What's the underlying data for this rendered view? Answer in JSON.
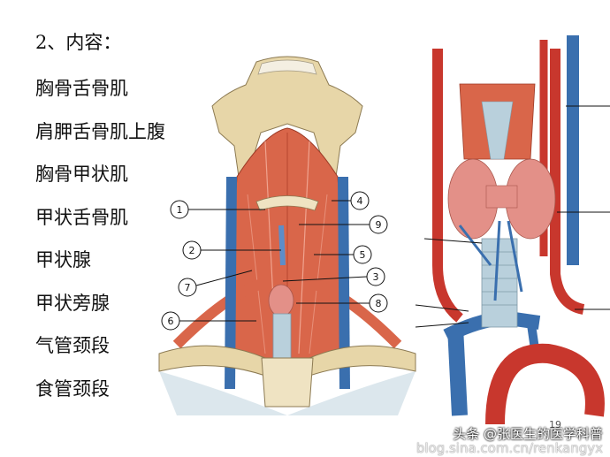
{
  "slide": {
    "heading": "2、内容：",
    "items": [
      "胸骨舌骨肌",
      "肩胛舌骨肌上腹",
      "胸骨甲状肌",
      "甲状舌骨肌",
      "甲状腺",
      "甲状旁腺",
      "气管颈段",
      "食管颈段"
    ],
    "page_number": "19"
  },
  "figure": {
    "callouts": [
      "1",
      "2",
      "3",
      "4",
      "5",
      "6",
      "7",
      "8",
      "9"
    ]
  },
  "watermark": {
    "line1": "头条 @张医生的医学科普",
    "line2": "blog.sina.com.cn/renkangyx"
  },
  "colors": {
    "muscle": "#d9664a",
    "muscle_light": "#e8907a",
    "bone": "#e7d6a8",
    "vein": "#3a6fae",
    "artery": "#c8372d",
    "thyroid": "#e39088",
    "trachea": "#b9d0dc"
  }
}
